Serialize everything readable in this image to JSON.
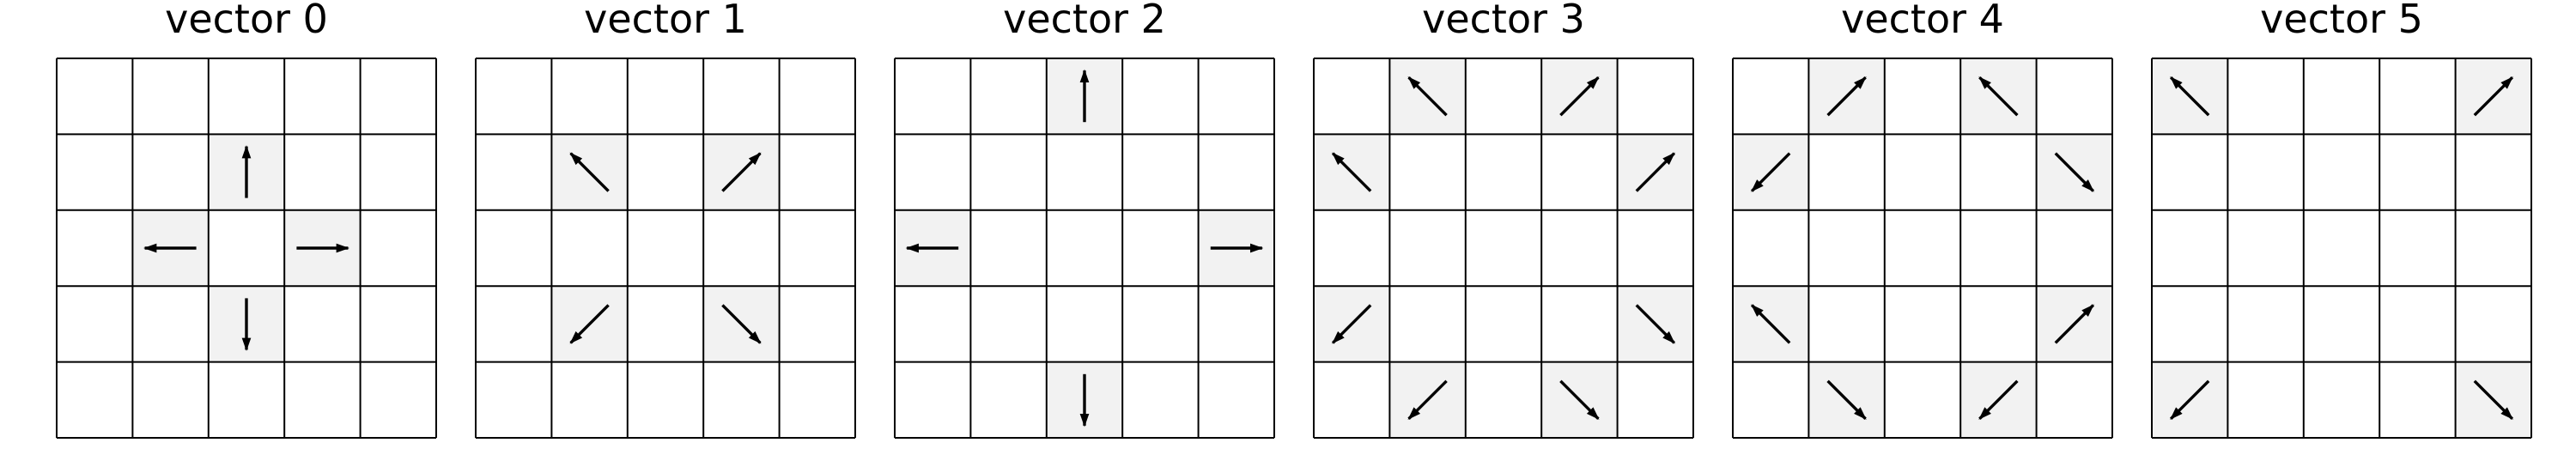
{
  "colors": {
    "background": "#ffffff",
    "grid_line": "#000000",
    "highlight_cell": "#f2f2f2",
    "arrow": "#000000"
  },
  "grid_size": 5,
  "panels": [
    {
      "title": "vector 0",
      "cells": [
        {
          "row": 1,
          "col": 2,
          "arrow": "up"
        },
        {
          "row": 2,
          "col": 1,
          "arrow": "left"
        },
        {
          "row": 2,
          "col": 3,
          "arrow": "right"
        },
        {
          "row": 3,
          "col": 2,
          "arrow": "down"
        }
      ]
    },
    {
      "title": "vector 1",
      "cells": [
        {
          "row": 1,
          "col": 1,
          "arrow": "up-left"
        },
        {
          "row": 1,
          "col": 3,
          "arrow": "up-right"
        },
        {
          "row": 3,
          "col": 1,
          "arrow": "down-left"
        },
        {
          "row": 3,
          "col": 3,
          "arrow": "down-right"
        }
      ]
    },
    {
      "title": "vector 2",
      "cells": [
        {
          "row": 0,
          "col": 2,
          "arrow": "up"
        },
        {
          "row": 2,
          "col": 0,
          "arrow": "left"
        },
        {
          "row": 2,
          "col": 4,
          "arrow": "right"
        },
        {
          "row": 4,
          "col": 2,
          "arrow": "down"
        }
      ]
    },
    {
      "title": "vector 3",
      "cells": [
        {
          "row": 0,
          "col": 1,
          "arrow": "up-left"
        },
        {
          "row": 0,
          "col": 3,
          "arrow": "up-right"
        },
        {
          "row": 1,
          "col": 0,
          "arrow": "up-left"
        },
        {
          "row": 1,
          "col": 4,
          "arrow": "up-right"
        },
        {
          "row": 3,
          "col": 0,
          "arrow": "down-left"
        },
        {
          "row": 3,
          "col": 4,
          "arrow": "down-right"
        },
        {
          "row": 4,
          "col": 1,
          "arrow": "down-left"
        },
        {
          "row": 4,
          "col": 3,
          "arrow": "down-right"
        }
      ]
    },
    {
      "title": "vector 4",
      "cells": [
        {
          "row": 0,
          "col": 1,
          "arrow": "up-right"
        },
        {
          "row": 0,
          "col": 3,
          "arrow": "up-left"
        },
        {
          "row": 1,
          "col": 0,
          "arrow": "down-left"
        },
        {
          "row": 1,
          "col": 4,
          "arrow": "down-right"
        },
        {
          "row": 3,
          "col": 0,
          "arrow": "up-left"
        },
        {
          "row": 3,
          "col": 4,
          "arrow": "up-right"
        },
        {
          "row": 4,
          "col": 1,
          "arrow": "down-right"
        },
        {
          "row": 4,
          "col": 3,
          "arrow": "down-left"
        }
      ]
    },
    {
      "title": "vector 5",
      "cells": [
        {
          "row": 0,
          "col": 0,
          "arrow": "up-left"
        },
        {
          "row": 0,
          "col": 4,
          "arrow": "up-right"
        },
        {
          "row": 4,
          "col": 0,
          "arrow": "down-left"
        },
        {
          "row": 4,
          "col": 4,
          "arrow": "down-right"
        }
      ]
    }
  ]
}
